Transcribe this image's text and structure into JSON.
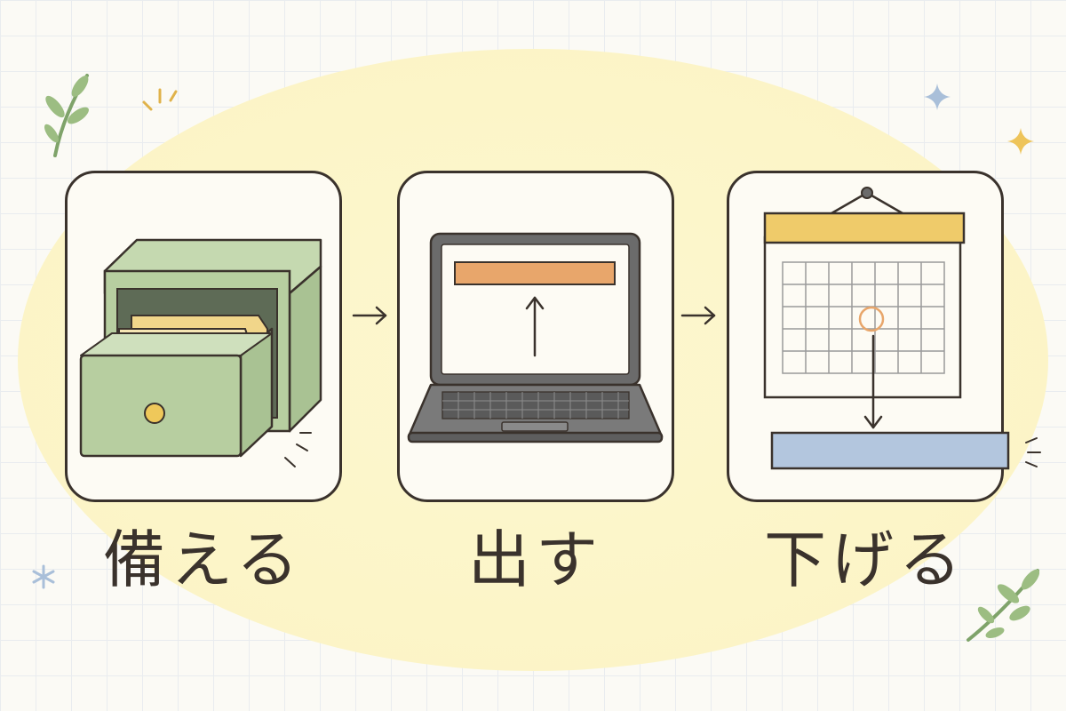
{
  "steps": [
    {
      "label": "備える",
      "icon": "filing-cabinet-icon"
    },
    {
      "label": "出す",
      "icon": "laptop-upload-icon"
    },
    {
      "label": "下げる",
      "icon": "calendar-down-icon"
    }
  ],
  "colors": {
    "background": "#fbfaf5",
    "highlight": "#fcf5c8",
    "cabinet_green": "#b7cea0",
    "orange_bar": "#e8a66b",
    "calendar_yellow": "#efcb6a",
    "blue_bar": "#b3c6de",
    "outline": "#3a322c"
  }
}
